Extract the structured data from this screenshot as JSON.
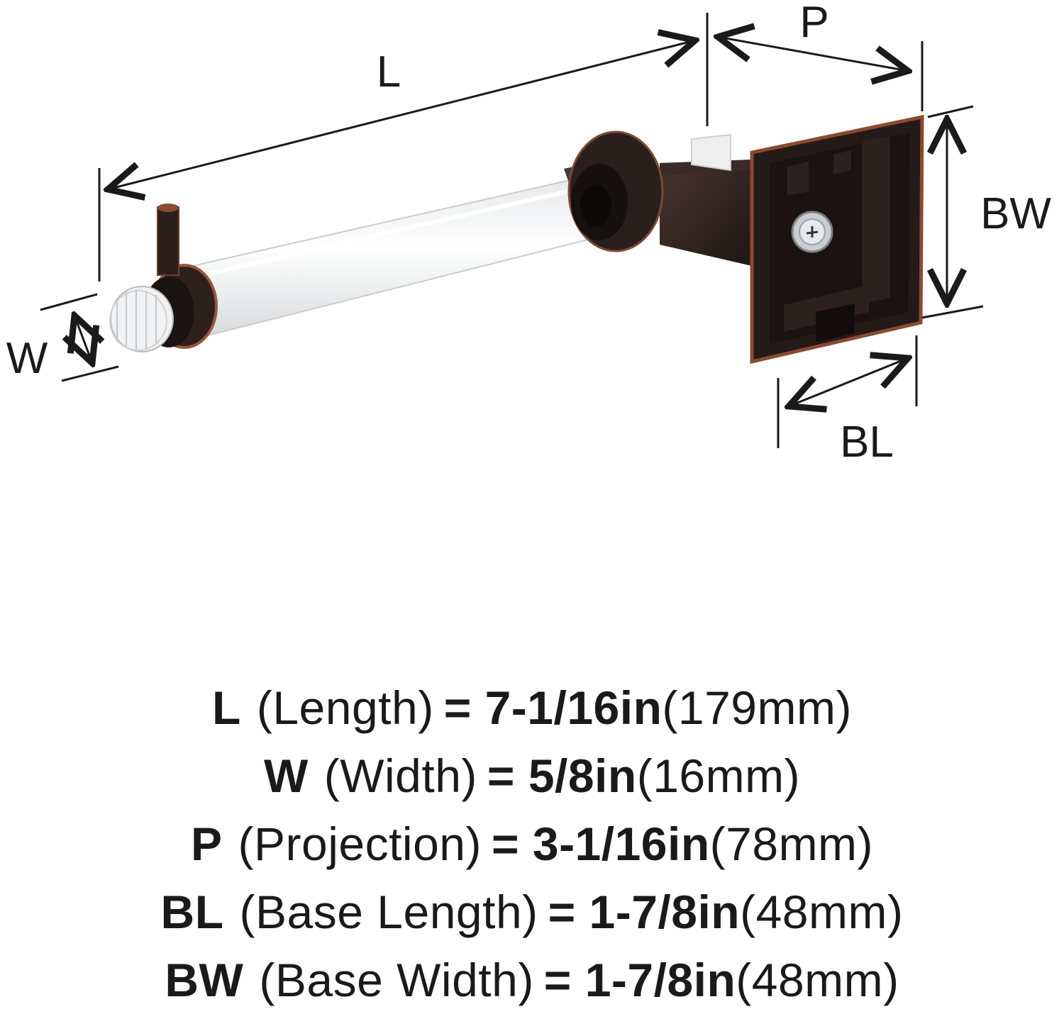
{
  "dimension_labels": {
    "length": "L",
    "width": "W",
    "projection": "P",
    "base_length": "BL",
    "base_width": "BW"
  },
  "specs": [
    {
      "key": "L",
      "desc": "(Length)",
      "eq": "=",
      "imperial": "7-1/16in",
      "metric": "(179mm)"
    },
    {
      "key": "W",
      "desc": "(Width)",
      "eq": "=",
      "imperial": "5/8in",
      "metric": "(16mm)"
    },
    {
      "key": "P",
      "desc": "(Projection)",
      "eq": "=",
      "imperial": "3-1/16in",
      "metric": "(78mm)"
    },
    {
      "key": "BL",
      "desc": "(Base Length)",
      "eq": "=",
      "imperial": "1-7/8in",
      "metric": "(48mm)"
    },
    {
      "key": "BW",
      "desc": "(Base Width)",
      "eq": "=",
      "imperial": "1-7/8in",
      "metric": "(48mm)"
    }
  ],
  "colors": {
    "bronze_dark": "#2f2320",
    "bronze_edge": "#8a4a30",
    "rod_clear": "#f3f4f5",
    "line": "#1a1a1a"
  }
}
